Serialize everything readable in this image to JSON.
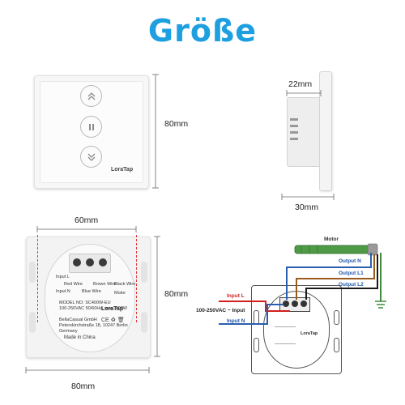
{
  "title": "Größe",
  "front": {
    "brand": "LoraTap",
    "height_label": "80mm",
    "buttons": [
      "up-arrow-icon",
      "pause-icon",
      "down-arrow-icon"
    ]
  },
  "side": {
    "depth_label": "22mm",
    "width_label": "30mm"
  },
  "back": {
    "width_top_label": "60mm",
    "height_label": "80mm",
    "width_bottom_label": "80mm",
    "terminals": [
      "Input L",
      "Input N",
      "Red Wire",
      "Brown Wire",
      "Blue Wire",
      "Black Wire",
      "Motor"
    ],
    "model_text": "MODEL NO: SC400W-EU",
    "rating_text": "100-250VAC 50/60Hz, max. 600W",
    "company_text": "BellaCasual GmbH",
    "address_text": "Peterskirchstraße 18, 10247 Berlin",
    "country_text": "Germany",
    "made_in": "Made in China",
    "brand": "LoraTap"
  },
  "wiring": {
    "motor_label": "Motor",
    "output_n": "Output N",
    "output_l1": "Output L1",
    "output_l2": "Output L2",
    "input_l": "Input L",
    "input_voltage": "100-250VAC ~ Input",
    "input_n": "Input N",
    "brand": "LoraTap",
    "colors": {
      "blue": "#2a5fb0",
      "brown": "#9a5a1e",
      "black": "#1a1a1a",
      "red": "#d11f1f",
      "green": "#3f8a3a",
      "label_blue": "#1f55a8"
    }
  }
}
